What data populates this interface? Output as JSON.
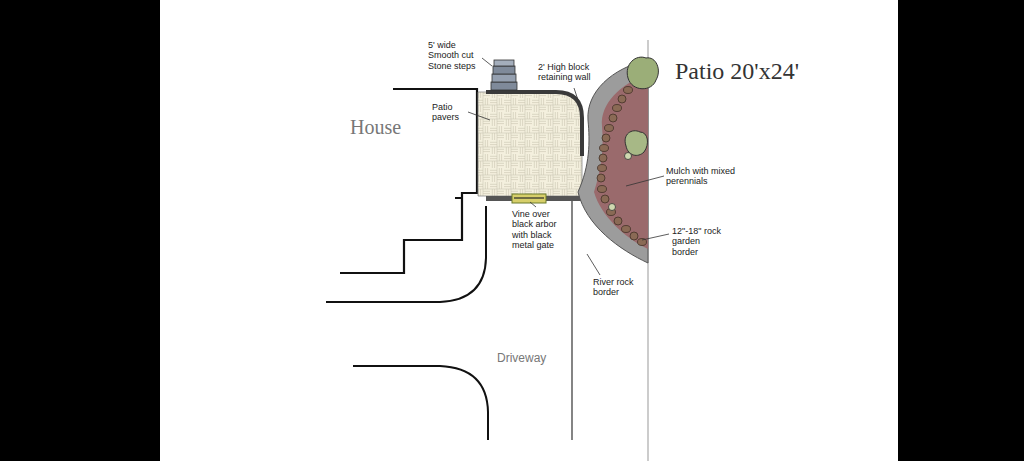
{
  "diagram": {
    "title": "Patio 20'x24'",
    "labels": [
      "5' wide Smooth cut Stone steps",
      "2' High block retaining wall",
      "Patio pavers",
      "House",
      "Mulch with mixed perennials",
      "Vine over black arbor with black metal gate",
      "12\"-18\" rock garden border",
      "River rock border",
      "Driveway"
    ]
  }
}
